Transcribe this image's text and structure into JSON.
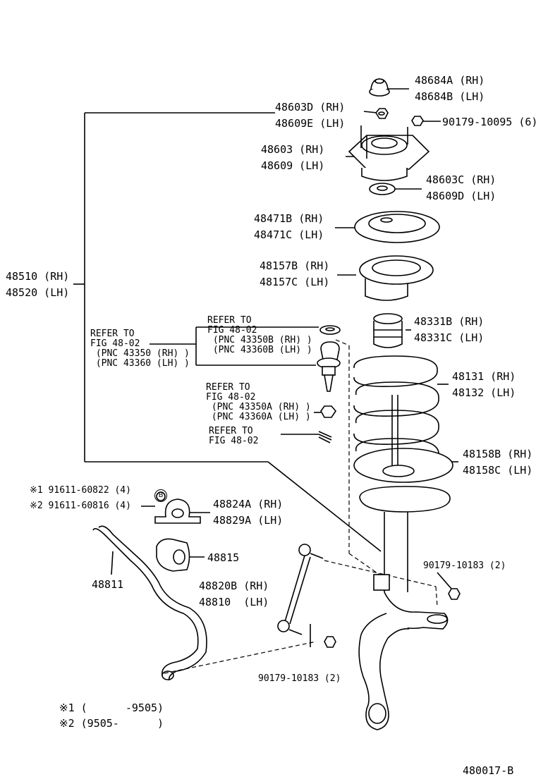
{
  "labels": {
    "p48684": [
      "48684A (RH)",
      "48684B (LH)"
    ],
    "p48603d": [
      "48603D (RH)",
      "48609E (LH)"
    ],
    "p90179_top": [
      "90179-10095 (6)"
    ],
    "p48603": [
      "48603 (RH)",
      "48609 (LH)"
    ],
    "p48603c": [
      "48603C (RH)",
      "48609D (LH)"
    ],
    "p48471": [
      "48471B (RH)",
      "48471C (LH)"
    ],
    "p48157": [
      "48157B (RH)",
      "48157C (LH)"
    ],
    "p48510": [
      "48510 (RH)",
      "48520 (LH)"
    ],
    "p48331": [
      "48331B (RH)",
      "48331C (LH)"
    ],
    "p48131": [
      "48131 (RH)",
      "48132 (LH)"
    ],
    "p48158": [
      "48158B (RH)",
      "48158C (LH)"
    ],
    "p91611": [
      "※1 91611-60822 (4)",
      "※2 91611-60816 (4)"
    ],
    "p48824": [
      "48824A (RH)",
      "48829A (LH)"
    ],
    "p48815": [
      "48815"
    ],
    "p48811": [
      "48811"
    ],
    "p48820": [
      "48820B (RH)",
      "48810  (LH)"
    ],
    "p90179_mid": [
      "90179-10183 (2)"
    ],
    "p90179_bot": [
      "90179-10183 (2)"
    ],
    "circle_b": "B"
  },
  "refs": {
    "r_left": [
      "REFER TO",
      "FIG 48-02",
      " (PNC 43350 (RH) )",
      " (PNC 43360 (LH) )"
    ],
    "r_top": [
      "REFER TO",
      "FIG 48-02",
      " (PNC 43350B (RH) )",
      " (PNC 43360B (LH) )"
    ],
    "r_mid": [
      "REFER TO",
      "FIG 48-02",
      " (PNC 43350A (RH) )",
      " (PNC 43360A (LH) )"
    ],
    "r_low": [
      "REFER TO",
      "FIG 48-02"
    ]
  },
  "footnotes": [
    "※1 (      -9505)",
    "※2 (9505-      )"
  ],
  "figure_id": "480017-B"
}
